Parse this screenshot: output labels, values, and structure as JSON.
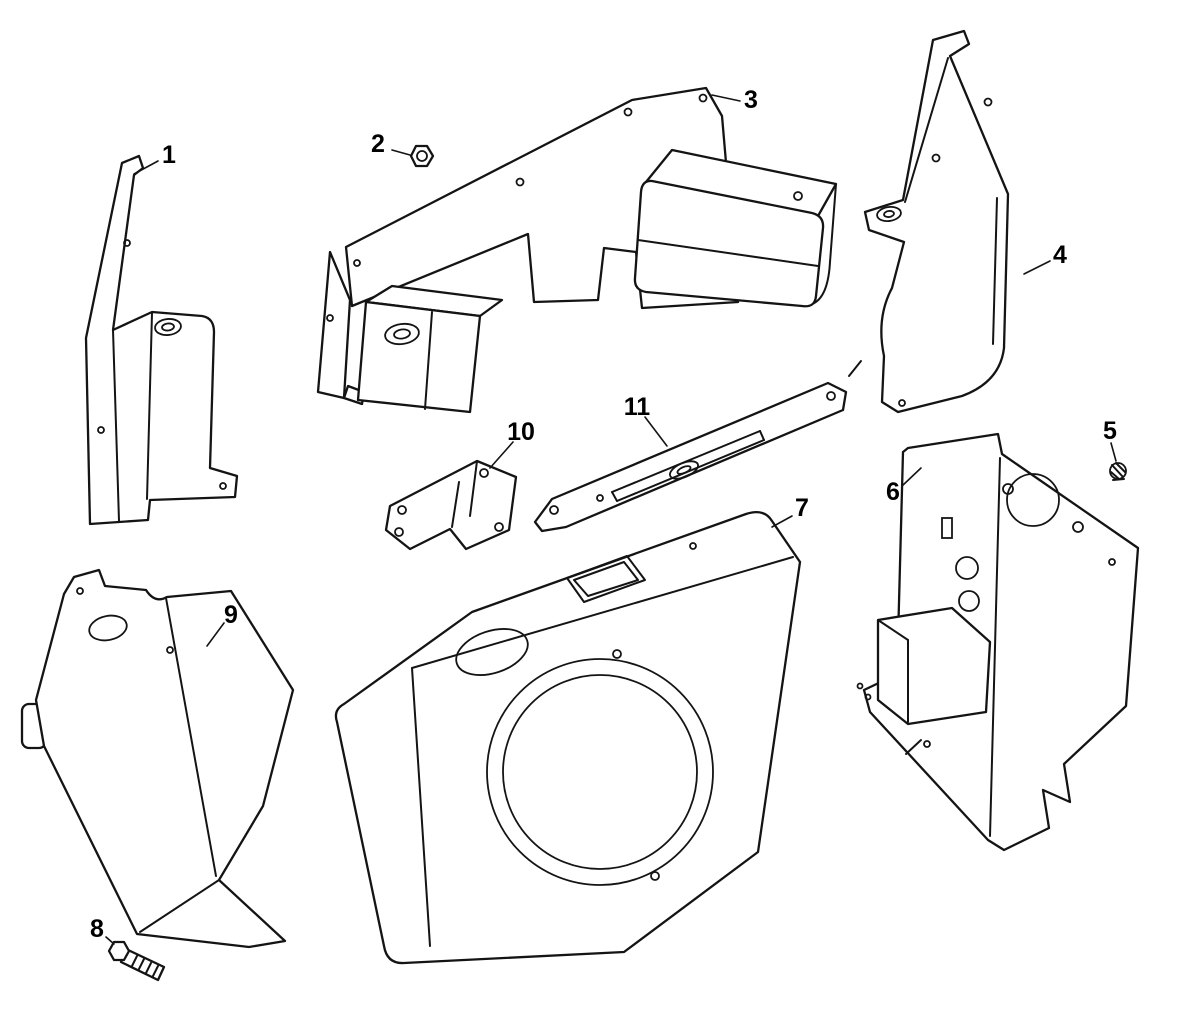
{
  "page": {
    "background_color": "#ffffff",
    "line_color": "#141414",
    "text_color": "#000000"
  },
  "diagram": {
    "type": "exploded-parts-line-drawing",
    "callouts": [
      {
        "label": "1"
      },
      {
        "label": "2"
      },
      {
        "label": "3"
      },
      {
        "label": "4"
      },
      {
        "label": "5"
      },
      {
        "label": "6"
      },
      {
        "label": "7"
      },
      {
        "label": "8"
      },
      {
        "label": "9"
      },
      {
        "label": "10"
      },
      {
        "label": "11"
      }
    ]
  }
}
